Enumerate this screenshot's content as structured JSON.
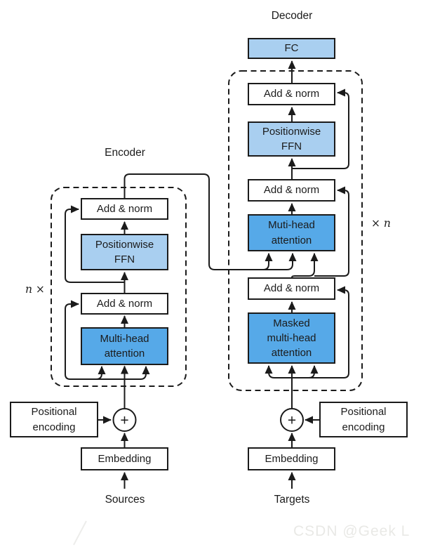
{
  "titles": {
    "encoder": "Encoder",
    "decoder": "Decoder"
  },
  "repeat_labels": {
    "encoder": "n ×",
    "decoder": "× n"
  },
  "blocks": {
    "fc": "FC",
    "add_norm": "Add & norm",
    "ffn_line1": "Positionwise",
    "ffn_line2": "FFN",
    "enc_attn_line1": "Multi-head",
    "enc_attn_line2": "attention",
    "dec_attn_line1": "Muti-head",
    "dec_attn_line2": "attention",
    "masked_attn_line1": "Masked",
    "masked_attn_line2": "multi-head",
    "masked_attn_line3": "attention",
    "pos_enc_line1": "Positional",
    "pos_enc_line2": "encoding",
    "embedding": "Embedding"
  },
  "operators": {
    "add": "+"
  },
  "inputs": {
    "encoder": "Sources",
    "decoder": "Targets"
  },
  "watermark": "CSDN @Geek L",
  "colors": {
    "block_light_blue": "#a9cff0",
    "attention_blue": "#56a9e8",
    "line_black": "#1b1b1b",
    "watermark_gray": "#e9e9e6"
  }
}
